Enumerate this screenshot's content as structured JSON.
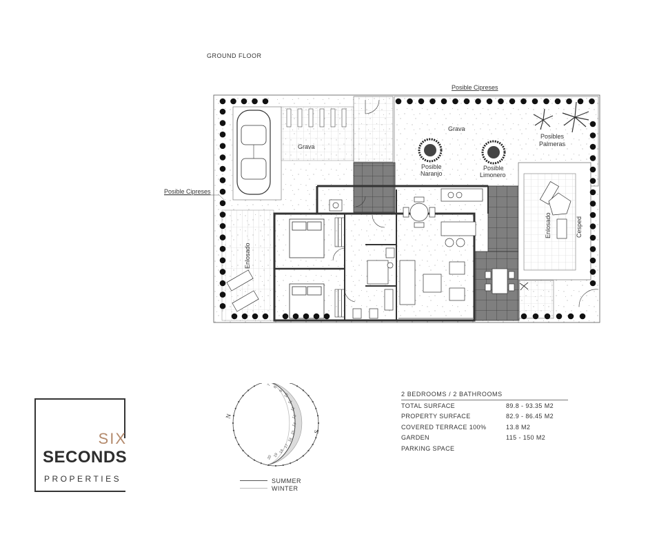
{
  "floor_title": "GROUND FLOOR",
  "plan_labels": {
    "top_cypress": "Posible Cipreses",
    "left_cypress": "Posible Cipreses",
    "gravel_left": "Grava",
    "gravel_right": "Grava",
    "orange_1": "Posible",
    "orange_2": "Naranjo",
    "lemon_1": "Posible",
    "lemon_2": "Limonero",
    "palms_1": "Posibles",
    "palms_2": "Palmeras",
    "tiles_left": "Enlosado",
    "tiles_right": "Enlosado",
    "lawn": "Cesped"
  },
  "sun_compass": {
    "north": "N",
    "south": "S",
    "numbers": [
      "7",
      "8",
      "9",
      "10",
      "11",
      "12",
      "13",
      "14",
      "15",
      "16",
      "17",
      "18",
      "19",
      "20"
    ]
  },
  "legend": {
    "summer": "SUMMER",
    "winter": "WINTER"
  },
  "specs": {
    "heading": "2 BEDROOMS / 2 BATHROOMS",
    "rows": [
      {
        "label": "TOTAL SURFACE",
        "value": "89.8 - 93.35 M2"
      },
      {
        "label": "PROPERTY SURFACE",
        "value": "82.9 - 86.45 M2"
      },
      {
        "label": "COVERED TERRACE 100%",
        "value": "13.8 M2"
      },
      {
        "label": "GARDEN",
        "value": "115 - 150 M2"
      },
      {
        "label": "PARKING SPACE",
        "value": ""
      }
    ]
  },
  "logo": {
    "line1": "SIX",
    "line2": "SECONDS",
    "line3": "PROPERTIES"
  },
  "colors": {
    "brand_accent": "#b48a6c",
    "walls": "#333333",
    "terrace_tiles": "#7a7a7a"
  }
}
